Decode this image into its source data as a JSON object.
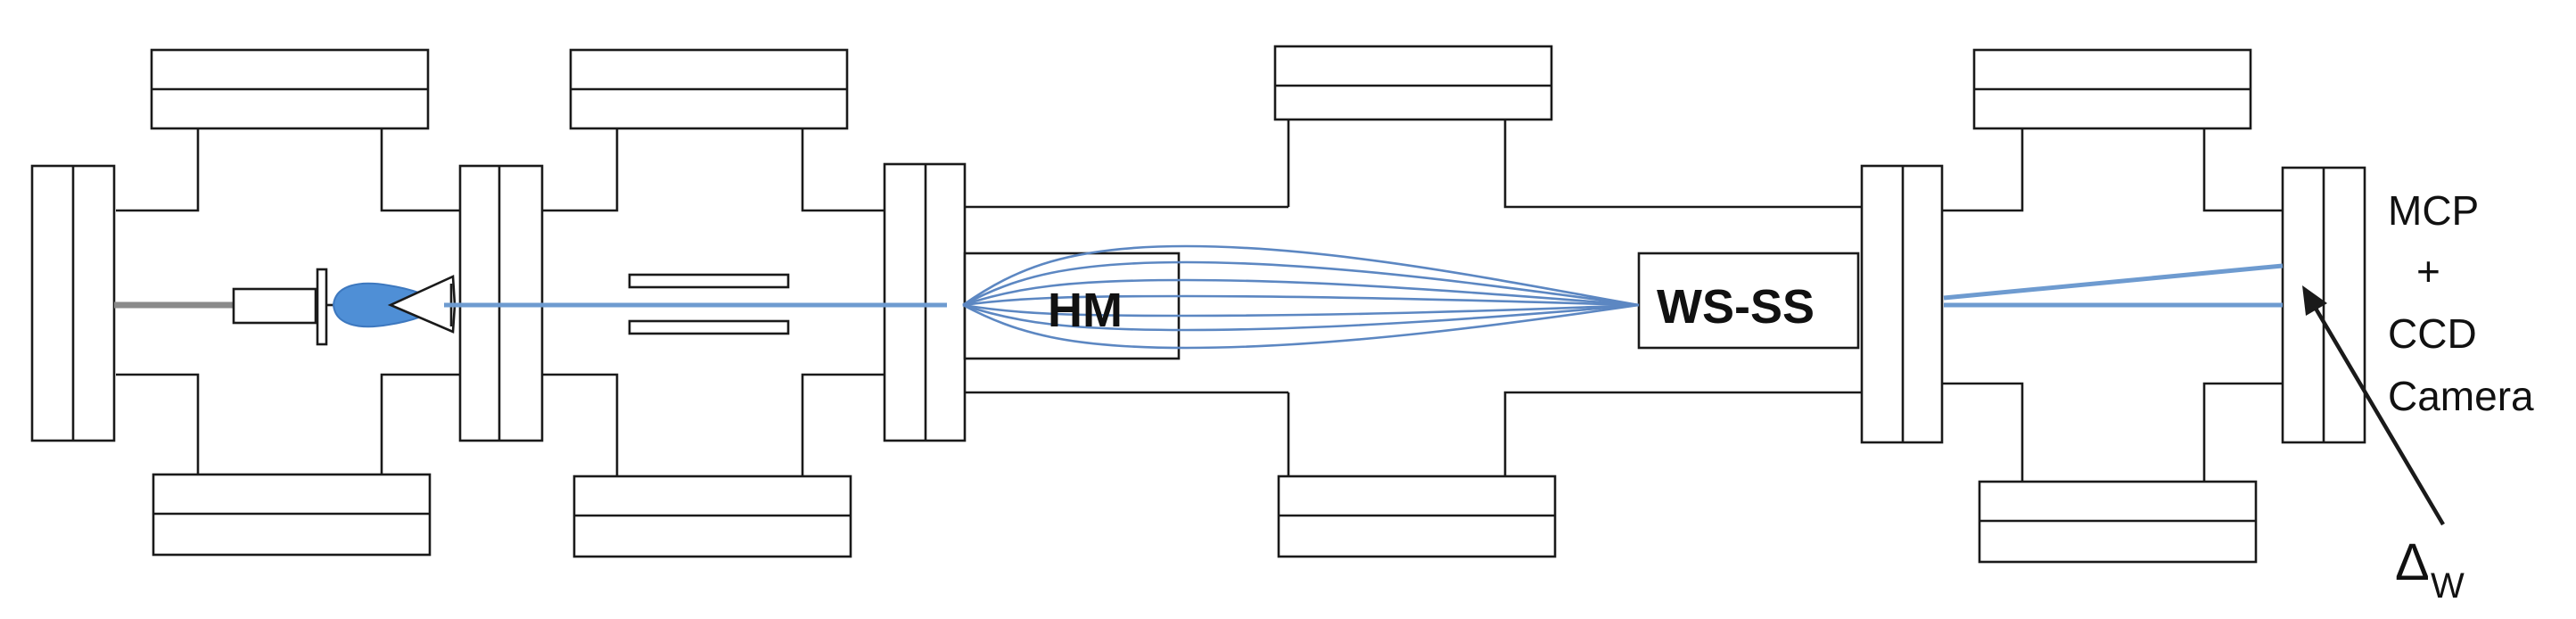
{
  "labels": {
    "hm": "HM",
    "ws_ss": "WS-SS",
    "detector_line1": "MCP",
    "detector_line2": "+",
    "detector_line3": "CCD",
    "detector_line4": "Camera",
    "delta_symbol": "Δ",
    "delta_subscript": "W"
  },
  "colors": {
    "beam": "#6e9bd0",
    "source_plume": "#4f8fd6",
    "outline": "#1a1a1a"
  }
}
